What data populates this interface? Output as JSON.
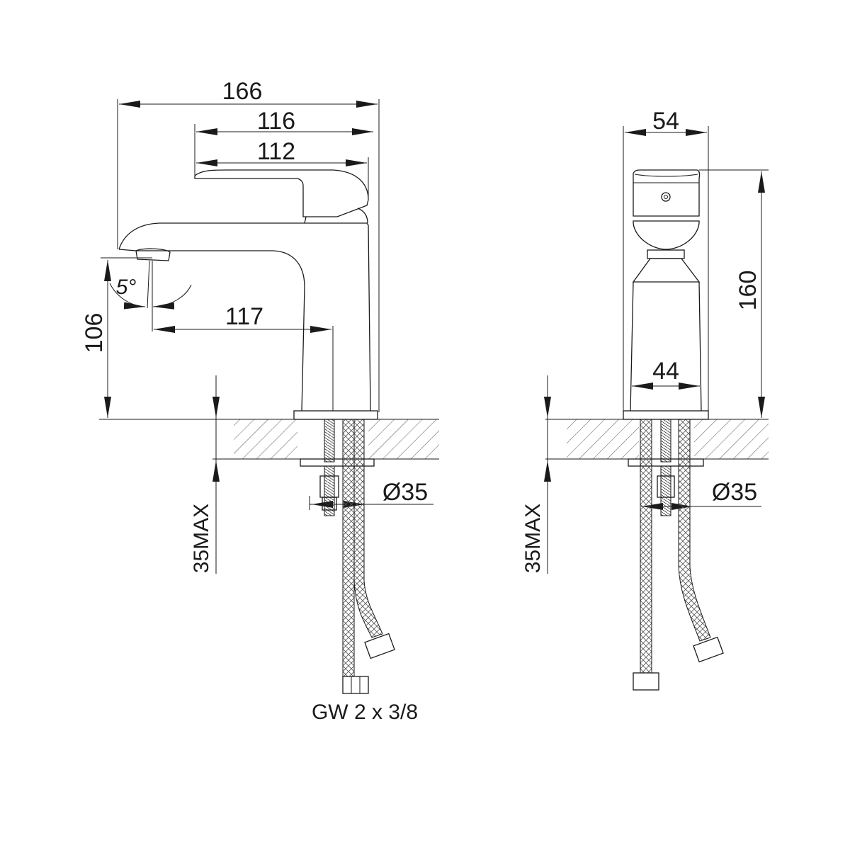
{
  "title": "Basin mixer tap technical drawing",
  "side_view": {
    "overall_length": "166",
    "lever_length_outer": "116",
    "lever_length": "112",
    "spout_reach": "117",
    "spout_height": "106",
    "spout_angle": "5°",
    "max_counter_thickness": "35MAX",
    "hole_diameter": "Ø35",
    "connection": "GW 2 x 3/8"
  },
  "front_view": {
    "width": "54",
    "height": "160",
    "body_width": "44",
    "max_counter_thickness": "35MAX",
    "hole_diameter": "Ø35"
  },
  "colors": {
    "line": "#1a1a1a",
    "background": "#ffffff"
  }
}
